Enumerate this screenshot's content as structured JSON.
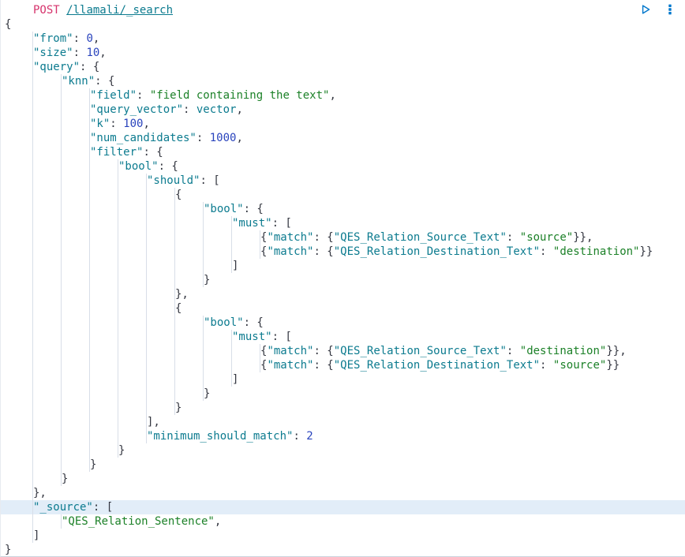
{
  "request": {
    "method": "POST",
    "url": "/llamali/_search"
  },
  "toolbar": {
    "play_icon": "send-request",
    "menu_icon": "request-options-menu"
  },
  "colors": {
    "method": "#d6336c",
    "url": "#0c7b8f",
    "key": "#0c7b8f",
    "ident": "#0c7b8f",
    "string": "#1c8128",
    "number": "#2a44bd",
    "punct": "#343741",
    "guide": "#d8dee8",
    "highlight": "#e2edf8",
    "icon": "#0077cc"
  },
  "editor": {
    "highlighted_line_index": 35,
    "lines": [
      {
        "indent": 1,
        "guides": false,
        "tokens": [
          [
            "method",
            "POST"
          ],
          [
            "plain",
            " "
          ],
          [
            "url",
            "/llamali/_search"
          ]
        ]
      },
      {
        "indent": 0,
        "tokens": [
          [
            "punct",
            "{"
          ]
        ]
      },
      {
        "indent": 1,
        "tokens": [
          [
            "key",
            "\"from\""
          ],
          [
            "punct",
            ": "
          ],
          [
            "number",
            "0"
          ],
          [
            "punct",
            ","
          ]
        ]
      },
      {
        "indent": 1,
        "tokens": [
          [
            "key",
            "\"size\""
          ],
          [
            "punct",
            ": "
          ],
          [
            "number",
            "10"
          ],
          [
            "punct",
            ","
          ]
        ]
      },
      {
        "indent": 1,
        "tokens": [
          [
            "key",
            "\"query\""
          ],
          [
            "punct",
            ": {"
          ]
        ]
      },
      {
        "indent": 2,
        "tokens": [
          [
            "key",
            "\"knn\""
          ],
          [
            "punct",
            ": {"
          ]
        ]
      },
      {
        "indent": 3,
        "tokens": [
          [
            "key",
            "\"field\""
          ],
          [
            "punct",
            ": "
          ],
          [
            "string",
            "\"field containing the text\""
          ],
          [
            "punct",
            ","
          ]
        ]
      },
      {
        "indent": 3,
        "tokens": [
          [
            "key",
            "\"query_vector\""
          ],
          [
            "punct",
            ": "
          ],
          [
            "ident",
            "vector"
          ],
          [
            "punct",
            ","
          ]
        ]
      },
      {
        "indent": 3,
        "tokens": [
          [
            "key",
            "\"k\""
          ],
          [
            "punct",
            ": "
          ],
          [
            "number",
            "100"
          ],
          [
            "punct",
            ","
          ]
        ]
      },
      {
        "indent": 3,
        "tokens": [
          [
            "key",
            "\"num_candidates\""
          ],
          [
            "punct",
            ": "
          ],
          [
            "number",
            "1000"
          ],
          [
            "punct",
            ","
          ]
        ]
      },
      {
        "indent": 3,
        "tokens": [
          [
            "key",
            "\"filter\""
          ],
          [
            "punct",
            ": {"
          ]
        ]
      },
      {
        "indent": 4,
        "tokens": [
          [
            "key",
            "\"bool\""
          ],
          [
            "punct",
            ": {"
          ]
        ]
      },
      {
        "indent": 5,
        "tokens": [
          [
            "key",
            "\"should\""
          ],
          [
            "punct",
            ": ["
          ]
        ]
      },
      {
        "indent": 6,
        "tokens": [
          [
            "punct",
            "{"
          ]
        ]
      },
      {
        "indent": 7,
        "tokens": [
          [
            "key",
            "\"bool\""
          ],
          [
            "punct",
            ": {"
          ]
        ]
      },
      {
        "indent": 8,
        "tokens": [
          [
            "key",
            "\"must\""
          ],
          [
            "punct",
            ": ["
          ]
        ]
      },
      {
        "indent": 9,
        "tokens": [
          [
            "punct",
            "{"
          ],
          [
            "key",
            "\"match\""
          ],
          [
            "punct",
            ": {"
          ],
          [
            "key",
            "\"QES_Relation_Source_Text\""
          ],
          [
            "punct",
            ": "
          ],
          [
            "string",
            "\"source\""
          ],
          [
            "punct",
            "}},"
          ]
        ]
      },
      {
        "indent": 9,
        "tokens": [
          [
            "punct",
            "{"
          ],
          [
            "key",
            "\"match\""
          ],
          [
            "punct",
            ": {"
          ],
          [
            "key",
            "\"QES_Relation_Destination_Text\""
          ],
          [
            "punct",
            ": "
          ],
          [
            "string",
            "\"destination\""
          ],
          [
            "punct",
            "}}"
          ]
        ]
      },
      {
        "indent": 8,
        "tokens": [
          [
            "punct",
            "]"
          ]
        ]
      },
      {
        "indent": 7,
        "tokens": [
          [
            "punct",
            "}"
          ]
        ]
      },
      {
        "indent": 6,
        "tokens": [
          [
            "punct",
            "},"
          ]
        ]
      },
      {
        "indent": 6,
        "tokens": [
          [
            "punct",
            "{"
          ]
        ]
      },
      {
        "indent": 7,
        "tokens": [
          [
            "key",
            "\"bool\""
          ],
          [
            "punct",
            ": {"
          ]
        ]
      },
      {
        "indent": 8,
        "tokens": [
          [
            "key",
            "\"must\""
          ],
          [
            "punct",
            ": ["
          ]
        ]
      },
      {
        "indent": 9,
        "tokens": [
          [
            "punct",
            "{"
          ],
          [
            "key",
            "\"match\""
          ],
          [
            "punct",
            ": {"
          ],
          [
            "key",
            "\"QES_Relation_Source_Text\""
          ],
          [
            "punct",
            ": "
          ],
          [
            "string",
            "\"destination\""
          ],
          [
            "punct",
            "}},"
          ]
        ]
      },
      {
        "indent": 9,
        "tokens": [
          [
            "punct",
            "{"
          ],
          [
            "key",
            "\"match\""
          ],
          [
            "punct",
            ": {"
          ],
          [
            "key",
            "\"QES_Relation_Destination_Text\""
          ],
          [
            "punct",
            ": "
          ],
          [
            "string",
            "\"source\""
          ],
          [
            "punct",
            "}}"
          ]
        ]
      },
      {
        "indent": 8,
        "tokens": [
          [
            "punct",
            "]"
          ]
        ]
      },
      {
        "indent": 7,
        "tokens": [
          [
            "punct",
            "}"
          ]
        ]
      },
      {
        "indent": 6,
        "tokens": [
          [
            "punct",
            "}"
          ]
        ]
      },
      {
        "indent": 5,
        "tokens": [
          [
            "punct",
            "],"
          ]
        ]
      },
      {
        "indent": 5,
        "tokens": [
          [
            "key",
            "\"minimum_should_match\""
          ],
          [
            "punct",
            ": "
          ],
          [
            "number",
            "2"
          ]
        ]
      },
      {
        "indent": 4,
        "tokens": [
          [
            "punct",
            "}"
          ]
        ]
      },
      {
        "indent": 3,
        "tokens": [
          [
            "punct",
            "}"
          ]
        ]
      },
      {
        "indent": 2,
        "tokens": [
          [
            "punct",
            "}"
          ]
        ]
      },
      {
        "indent": 1,
        "tokens": [
          [
            "punct",
            "},"
          ]
        ]
      },
      {
        "indent": 1,
        "tokens": [
          [
            "key",
            "\"_source\""
          ],
          [
            "punct",
            ": ["
          ]
        ]
      },
      {
        "indent": 2,
        "tokens": [
          [
            "string",
            "\"QES_Relation_Sentence\""
          ],
          [
            "punct",
            ","
          ]
        ]
      },
      {
        "indent": 1,
        "tokens": [
          [
            "punct",
            "]"
          ]
        ]
      },
      {
        "indent": 0,
        "tokens": [
          [
            "punct",
            "}"
          ]
        ]
      }
    ]
  }
}
